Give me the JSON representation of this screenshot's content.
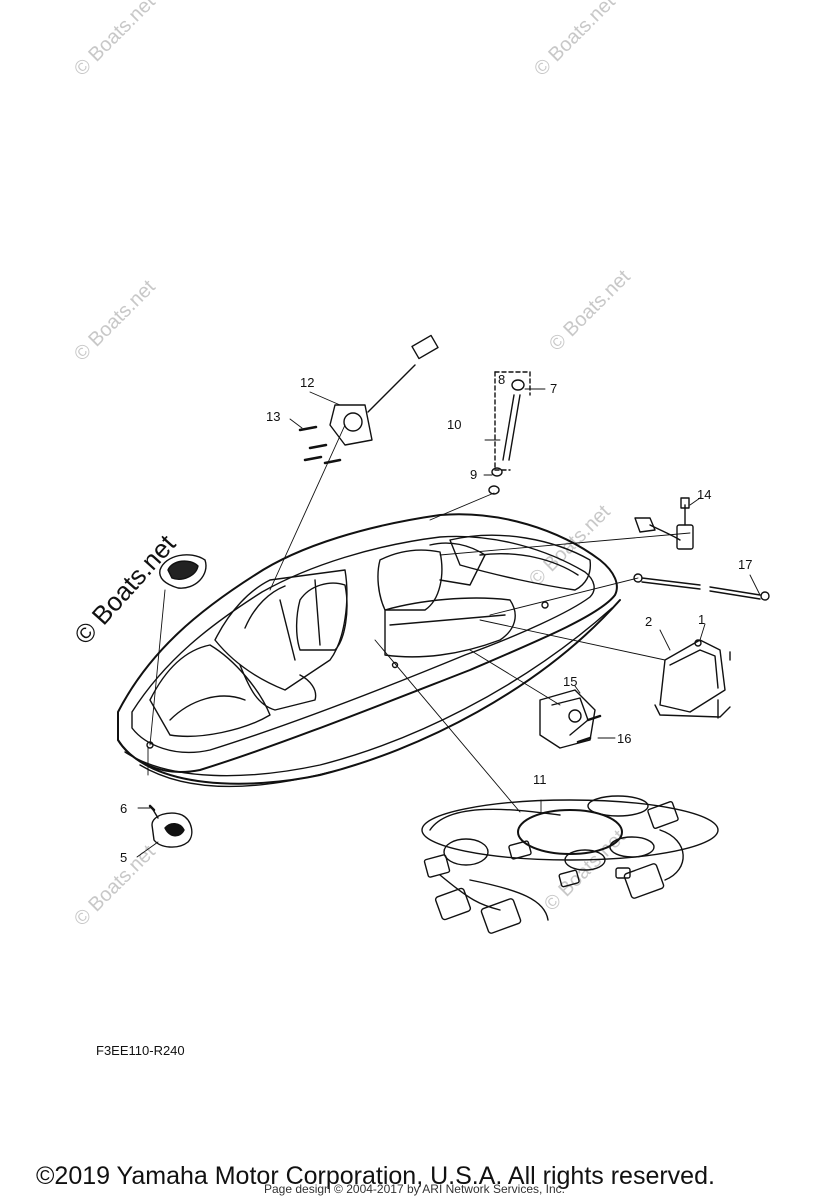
{
  "watermark": "© Boats.net",
  "callouts": [
    "1",
    "2",
    "5",
    "6",
    "7",
    "8",
    "9",
    "10",
    "11",
    "12",
    "13",
    "14",
    "15",
    "16",
    "17"
  ],
  "diagram_code": "F3EE110-R240",
  "copyright": "©2019 Yamaha Motor Corporation, U.S.A. All rights reserved.",
  "page_design": "Page design © 2004-2017 by ARI Network Services, Inc."
}
